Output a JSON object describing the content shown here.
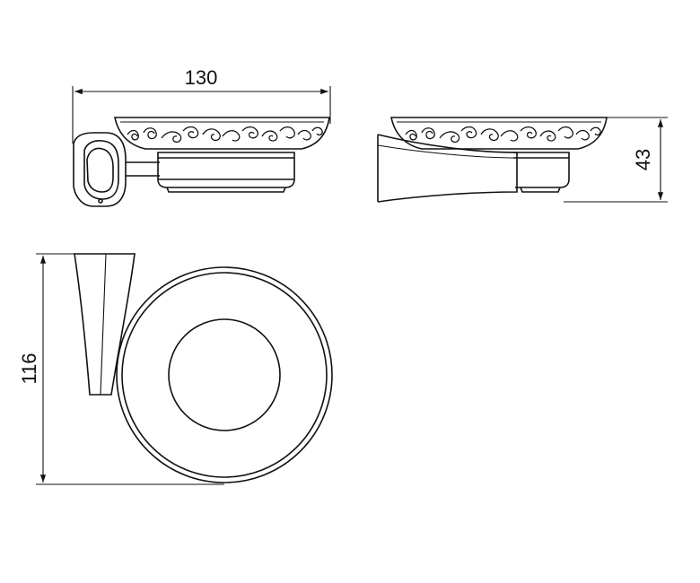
{
  "dimensions": {
    "width_label": "130",
    "height_label": "43",
    "depth_label": "116"
  }
}
